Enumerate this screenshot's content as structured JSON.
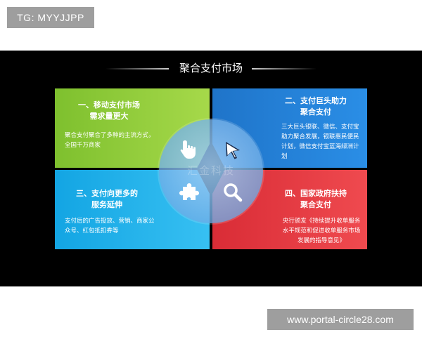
{
  "tags": {
    "top": "TG: MYYJJPP",
    "bottom": "www.portal-circle28.com"
  },
  "slide": {
    "title": "聚合支付市场",
    "watermark": "汇金科技",
    "panels": [
      {
        "title_line1": "一、移动支付市场",
        "title_line2": "需求量更大",
        "text": "聚合支付聚合了多种的主流方式，全国千万商家",
        "color": "#8cc63f"
      },
      {
        "title_line1": "二、支付巨头助力",
        "title_line2": "聚合支付",
        "text": "三大巨头银联、微信、支付宝助力聚合发展，银联惠民便民计划，微信支付宝蓝海绿洲计划",
        "color": "#2480d8"
      },
      {
        "title_line1": "三、支付向更多的",
        "title_line2": "服务延伸",
        "text": "支付后的广告投放、营销、商家公众号、红包抵扣券等",
        "color": "#1ab0ea"
      },
      {
        "title_line1": "四、国家政府扶持",
        "title_line2": "聚合支付",
        "text": "央行颁发《持续提升收单服务水平规范和促进收单服务市场发展的指导意见》",
        "color": "#e33a40"
      }
    ],
    "icons": [
      "hand-pointer-icon",
      "cursor-arrow-icon",
      "puzzle-piece-icon",
      "magnifier-icon"
    ]
  }
}
